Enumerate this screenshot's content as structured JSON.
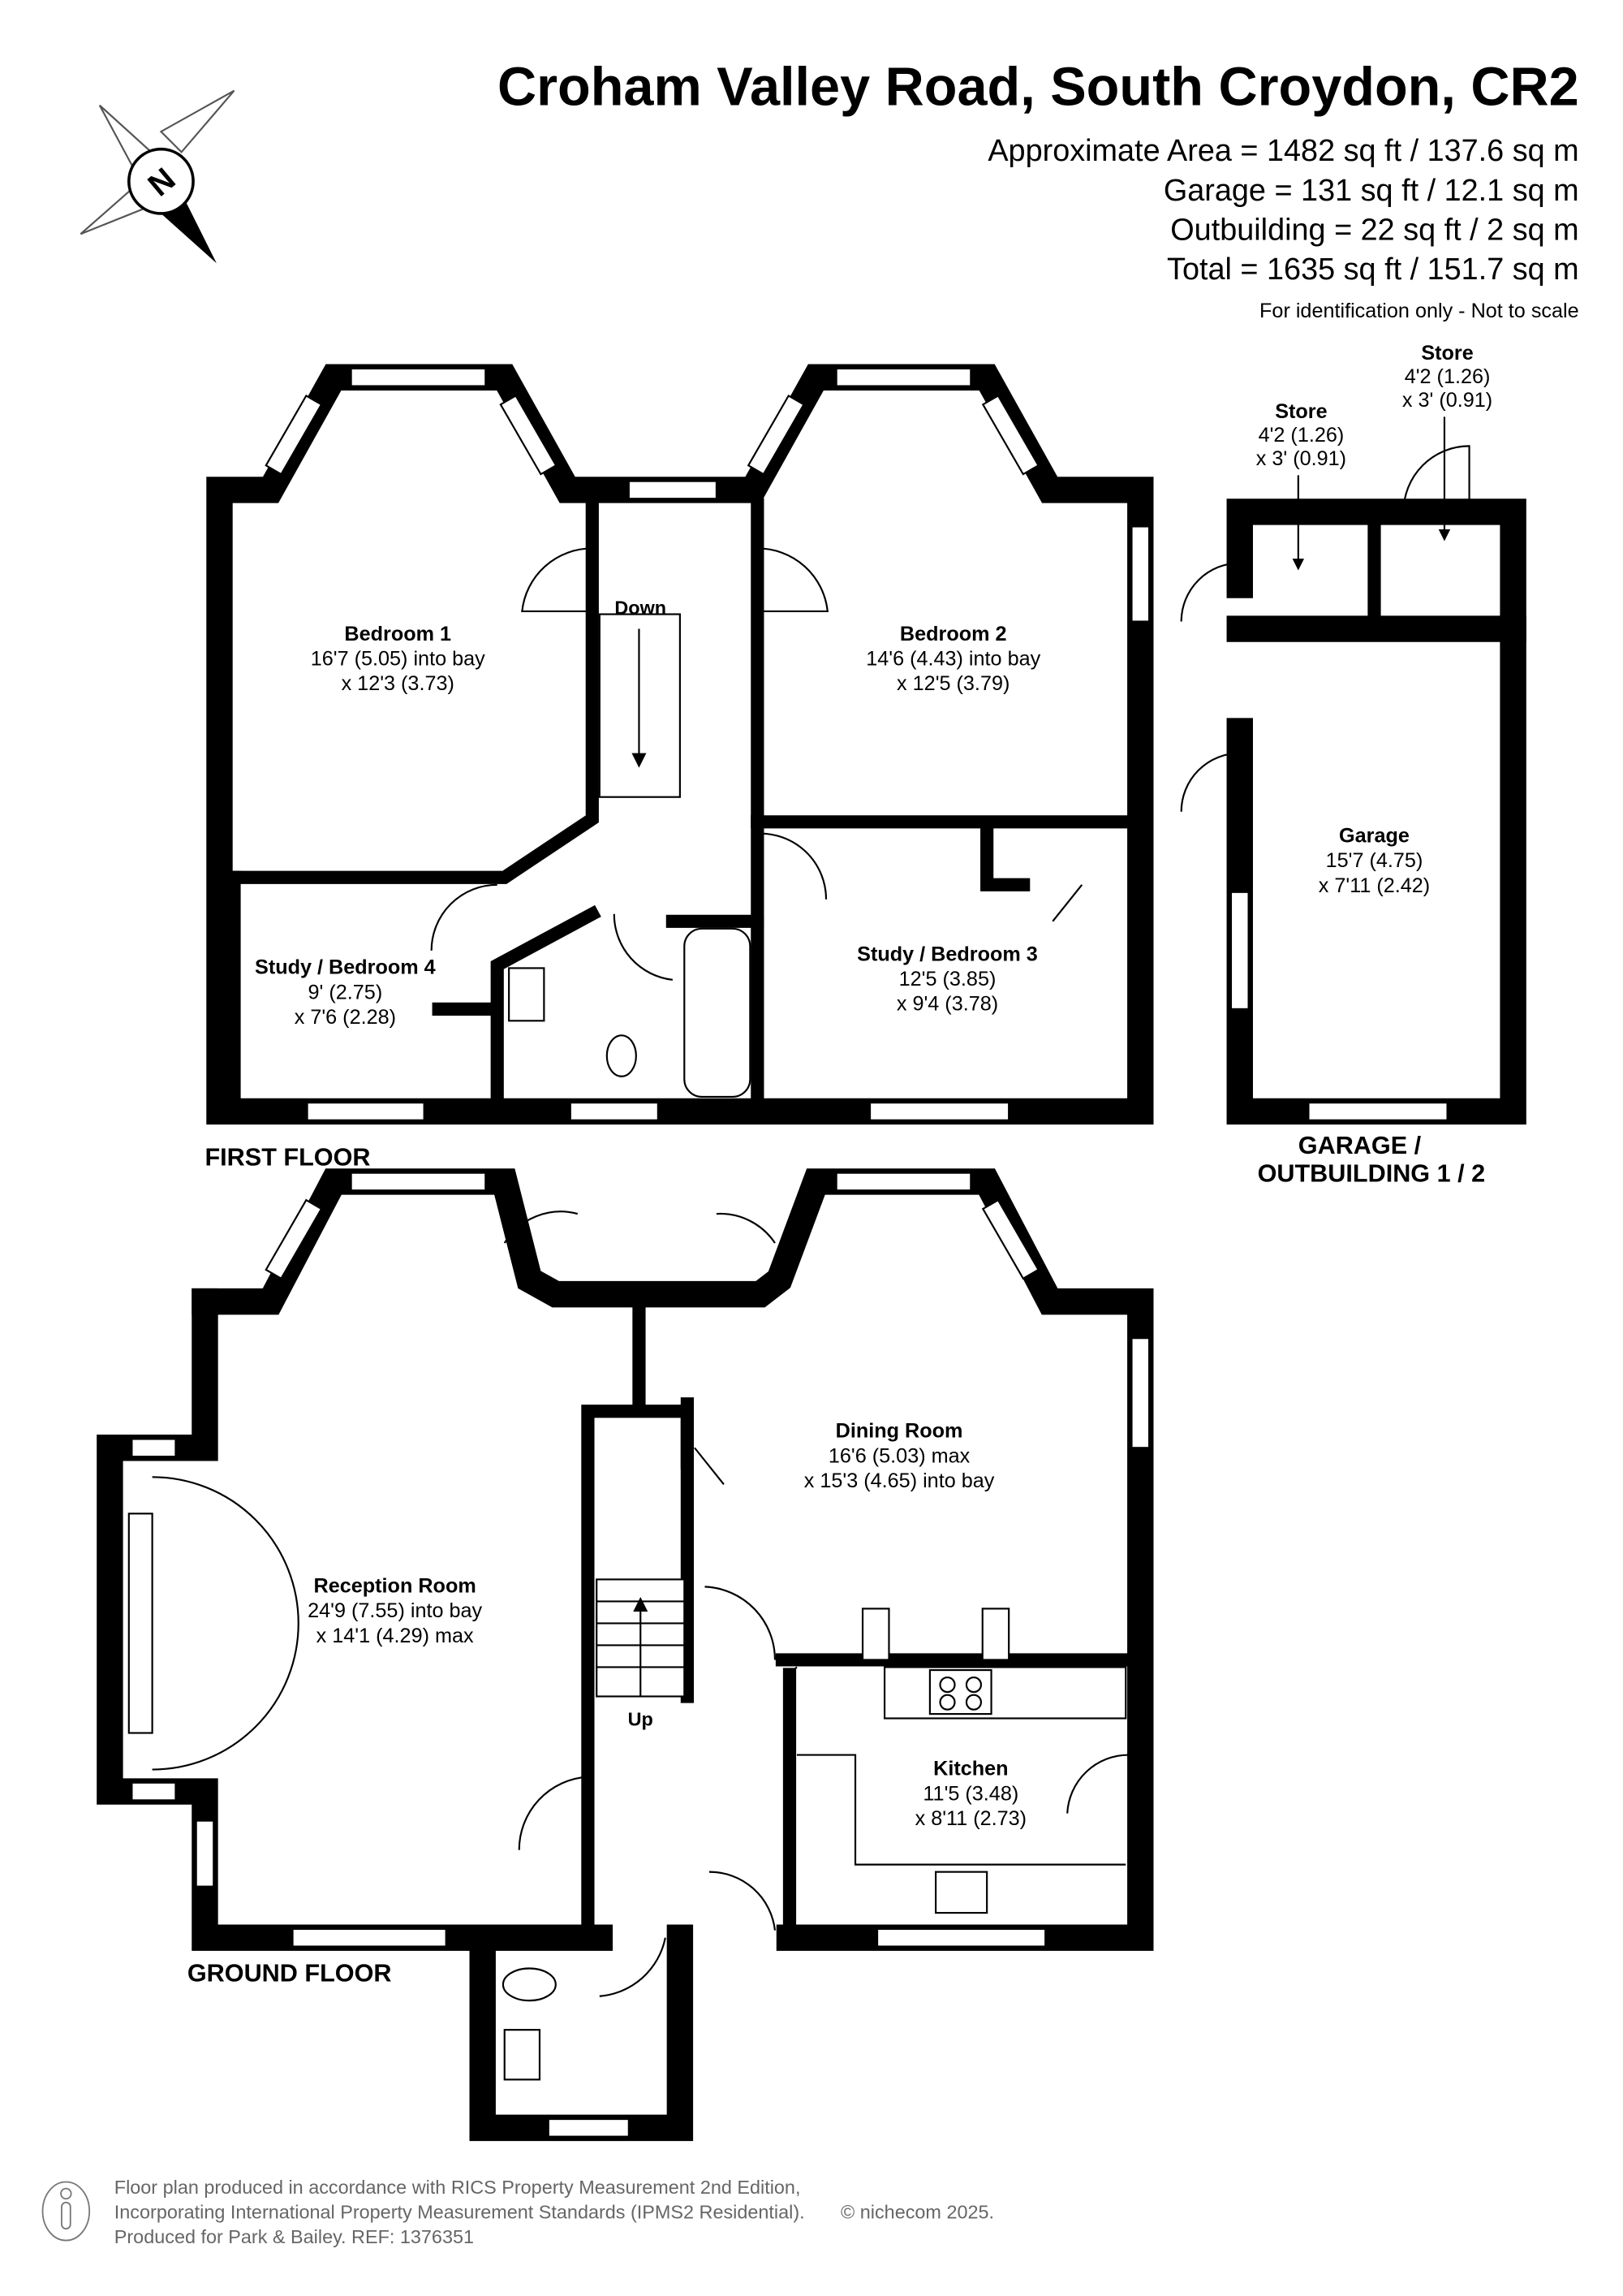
{
  "header": {
    "title": "Croham Valley Road, South Croydon, CR2",
    "areas": [
      "Approximate Area = 1482 sq ft / 137.6 sq m",
      "Garage = 131 sq ft / 12.1 sq m",
      "Outbuilding = 22 sq ft / 2 sq m",
      "Total = 1635 sq ft / 151.7 sq m"
    ],
    "disclaimer": "For identification only - Not to scale",
    "compass_letter": "N"
  },
  "first_floor": {
    "label": "FIRST FLOOR",
    "stairs_label": "Down",
    "rooms": [
      {
        "name": "Bedroom 1",
        "dims": [
          "16'7 (5.05) into bay",
          "x 12'3 (3.73)"
        ]
      },
      {
        "name": "Bedroom 2",
        "dims": [
          "14'6 (4.43) into bay",
          "x 12'5 (3.79)"
        ]
      },
      {
        "name": "Study / Bedroom 4",
        "dims": [
          "9' (2.75)",
          "x 7'6 (2.28)"
        ]
      },
      {
        "name": "Study / Bedroom 3",
        "dims": [
          "12'5 (3.85)",
          "x 9'4 (3.78)"
        ]
      }
    ]
  },
  "outbuilding": {
    "label_lines": [
      "GARAGE /",
      "OUTBUILDING 1 / 2"
    ],
    "rooms": [
      {
        "name": "Store",
        "dims": [
          "4'2 (1.26)",
          "x 3' (0.91)"
        ]
      },
      {
        "name": "Store",
        "dims": [
          "4'2 (1.26)",
          "x 3' (0.91)"
        ]
      },
      {
        "name": "Garage",
        "dims": [
          "15'7 (4.75)",
          "x 7'11 (2.42)"
        ]
      }
    ]
  },
  "ground_floor": {
    "label": "GROUND FLOOR",
    "stairs_label": "Up",
    "rooms": [
      {
        "name": "Reception Room",
        "dims": [
          "24'9 (7.55) into bay",
          "x 14'1 (4.29) max"
        ]
      },
      {
        "name": "Dining Room",
        "dims": [
          "16'6 (5.03) max",
          "x 15'3 (4.65) into bay"
        ]
      },
      {
        "name": "Kitchen",
        "dims": [
          "11'5 (3.48)",
          "x 8'11 (2.73)"
        ]
      }
    ]
  },
  "footer": {
    "lines": [
      "Floor plan produced in accordance with RICS Property Measurement 2nd Edition,",
      "Incorporating International Property Measurement Standards (IPMS2 Residential).",
      "Produced for Park & Bailey.   REF: 1376351"
    ],
    "copyright": "© nichecom 2025."
  }
}
